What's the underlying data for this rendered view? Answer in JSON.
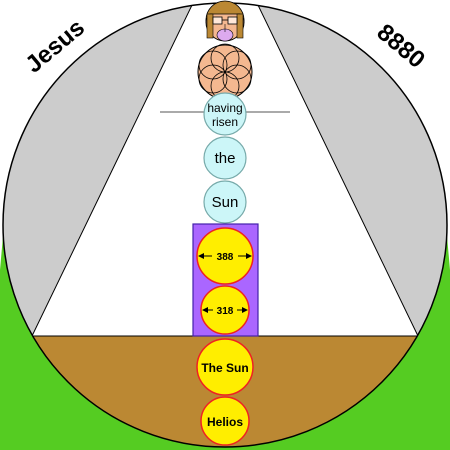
{
  "labels": {
    "left_arc": "Jesus",
    "right_arc": "8880"
  },
  "column": {
    "upper": [
      "having",
      "risen",
      "the",
      "Sun"
    ],
    "measures": [
      "388",
      "318"
    ],
    "lower": [
      "The Sun",
      "Helios"
    ]
  },
  "colors": {
    "sky": "#cccccc",
    "grass": "#55cc22",
    "ground": "#bb8833",
    "light": "#ffffff",
    "pale_ball": "#ccf6f8",
    "pale_ball_stroke": "#77aaaa",
    "sun_fill": "#ffee00",
    "sun_stroke": "#ee2222",
    "box_fill": "#aa66ff",
    "box_stroke": "#4422aa",
    "face": "#f4b890",
    "hair": "#bb8833"
  }
}
